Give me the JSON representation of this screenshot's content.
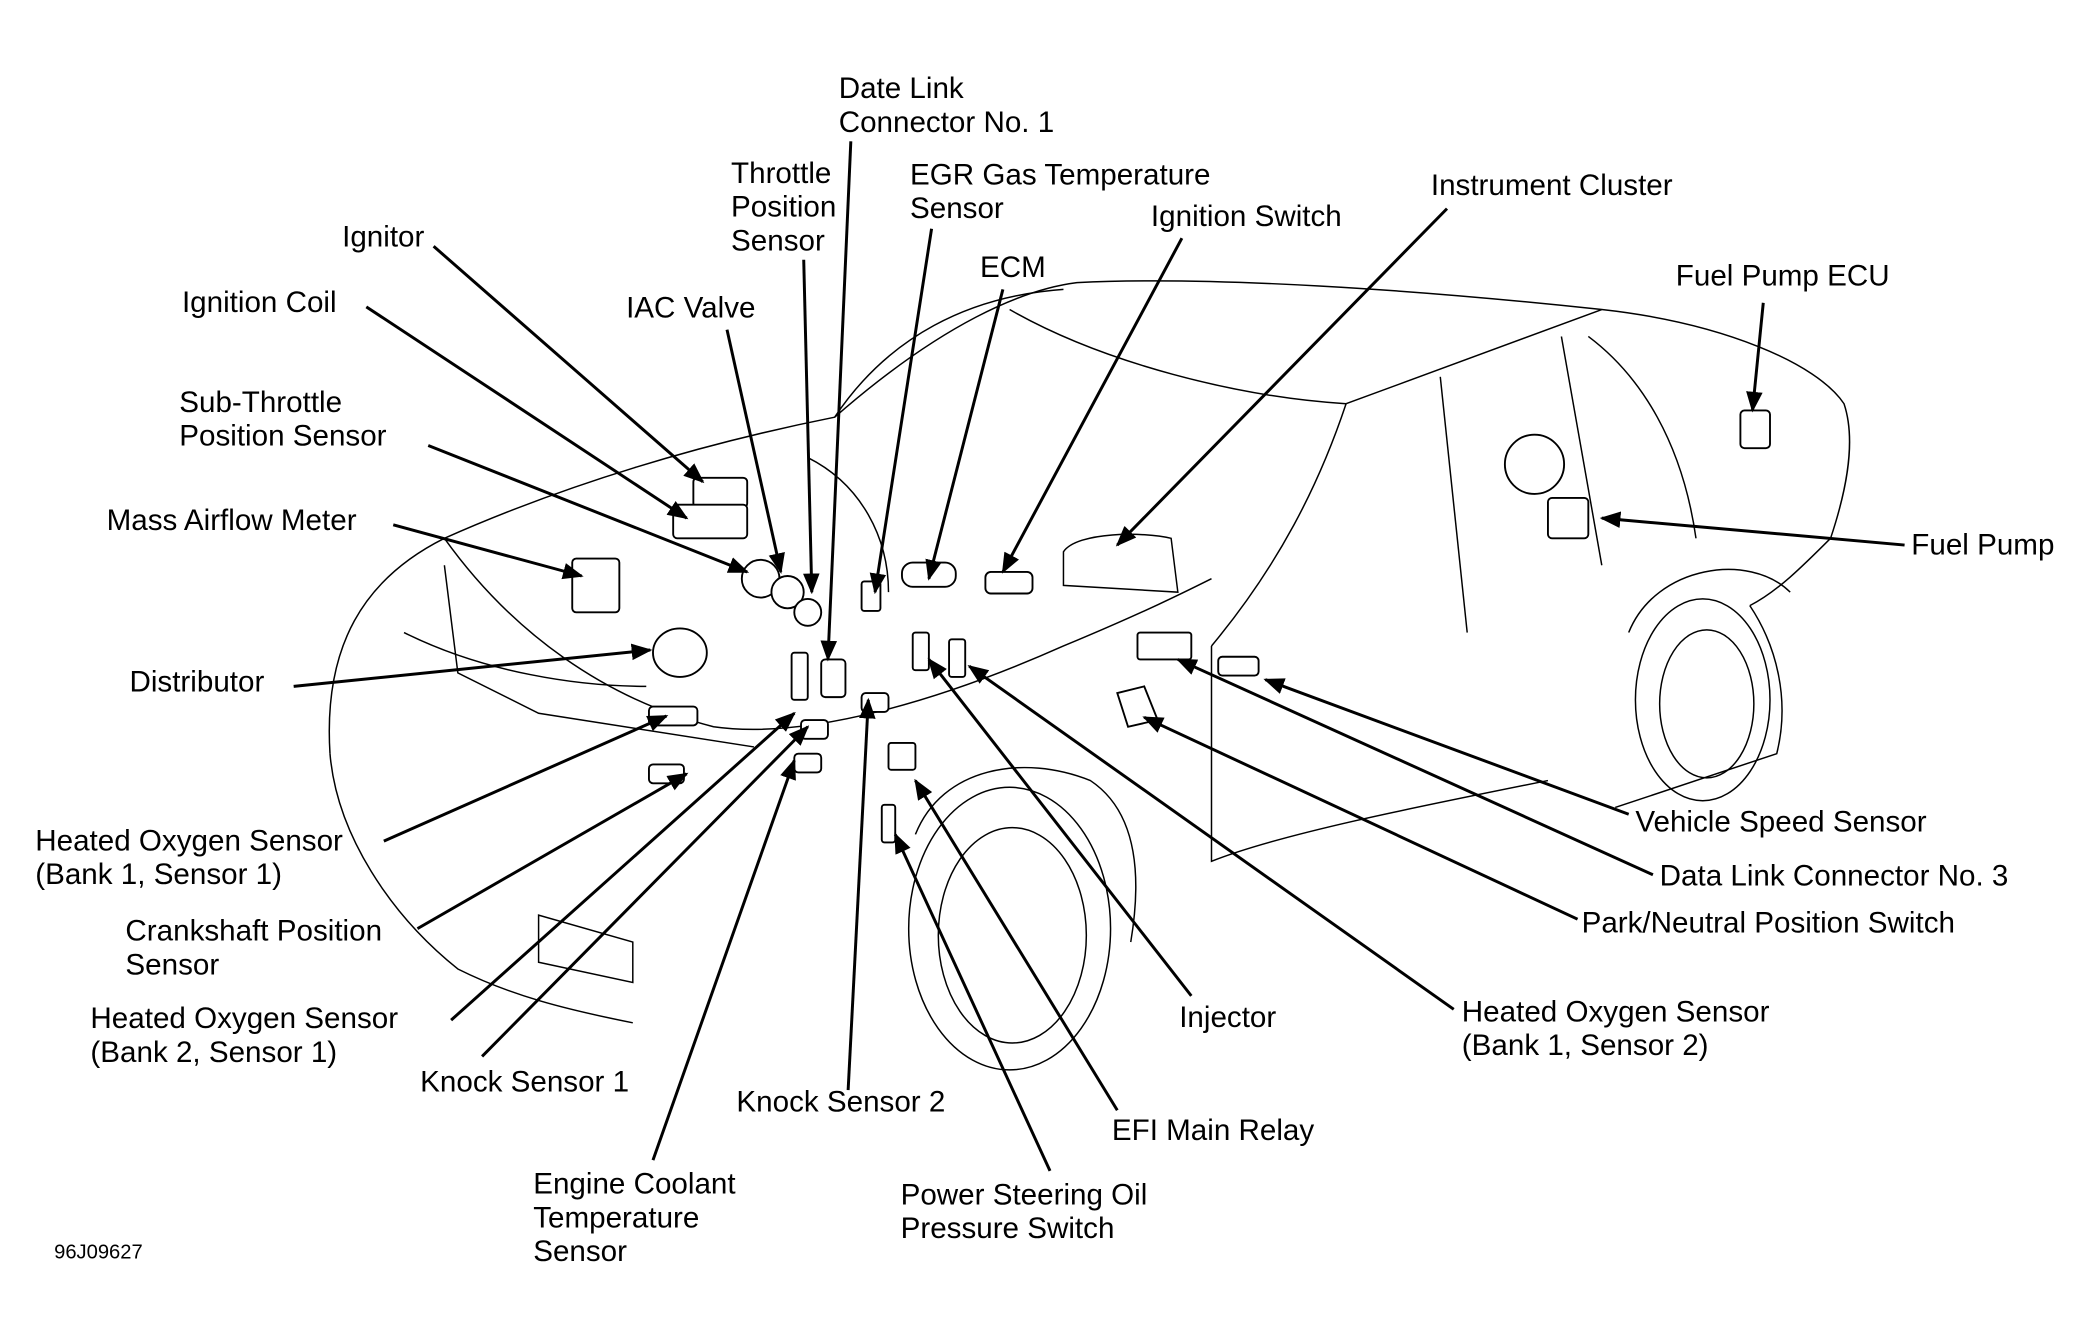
{
  "diagram": {
    "figure_code": "96J09627",
    "labels": [
      {
        "lines": [
          "Date Link",
          "Connector No. 1"
        ]
      },
      {
        "lines": [
          "Throttle",
          "Position",
          "Sensor"
        ]
      },
      {
        "lines": [
          "EGR Gas Temperature",
          "Sensor"
        ]
      },
      {
        "lines": [
          "Ignition Switch"
        ]
      },
      {
        "lines": [
          "ECM"
        ]
      },
      {
        "lines": [
          "Instrument Cluster"
        ]
      },
      {
        "lines": [
          "Fuel Pump ECU"
        ]
      },
      {
        "lines": [
          "Ignitor"
        ]
      },
      {
        "lines": [
          "Ignition Coil"
        ]
      },
      {
        "lines": [
          "IAC Valve"
        ]
      },
      {
        "lines": [
          "Sub-Throttle",
          "Position Sensor"
        ]
      },
      {
        "lines": [
          "Mass Airflow Meter"
        ]
      },
      {
        "lines": [
          "Fuel Pump"
        ]
      },
      {
        "lines": [
          "Distributor"
        ]
      },
      {
        "lines": [
          "Heated Oxygen Sensor",
          "(Bank 1, Sensor 1)"
        ]
      },
      {
        "lines": [
          "Vehicle Speed Sensor"
        ]
      },
      {
        "lines": [
          "Data Link Connector No. 3"
        ]
      },
      {
        "lines": [
          "Park/Neutral Position Switch"
        ]
      },
      {
        "lines": [
          "Crankshaft Position",
          "Sensor"
        ]
      },
      {
        "lines": [
          "Heated Oxygen Sensor",
          "(Bank 2, Sensor 1)"
        ]
      },
      {
        "lines": [
          "Injector"
        ]
      },
      {
        "lines": [
          "Heated Oxygen Sensor",
          "(Bank 1, Sensor 2)"
        ]
      },
      {
        "lines": [
          "Knock Sensor 1"
        ]
      },
      {
        "lines": [
          "Knock Sensor 2"
        ]
      },
      {
        "lines": [
          "EFI Main Relay"
        ]
      },
      {
        "lines": [
          "Engine Coolant",
          "Temperature",
          "Sensor"
        ]
      },
      {
        "lines": [
          "Power Steering Oil",
          "Pressure Switch"
        ]
      }
    ]
  }
}
